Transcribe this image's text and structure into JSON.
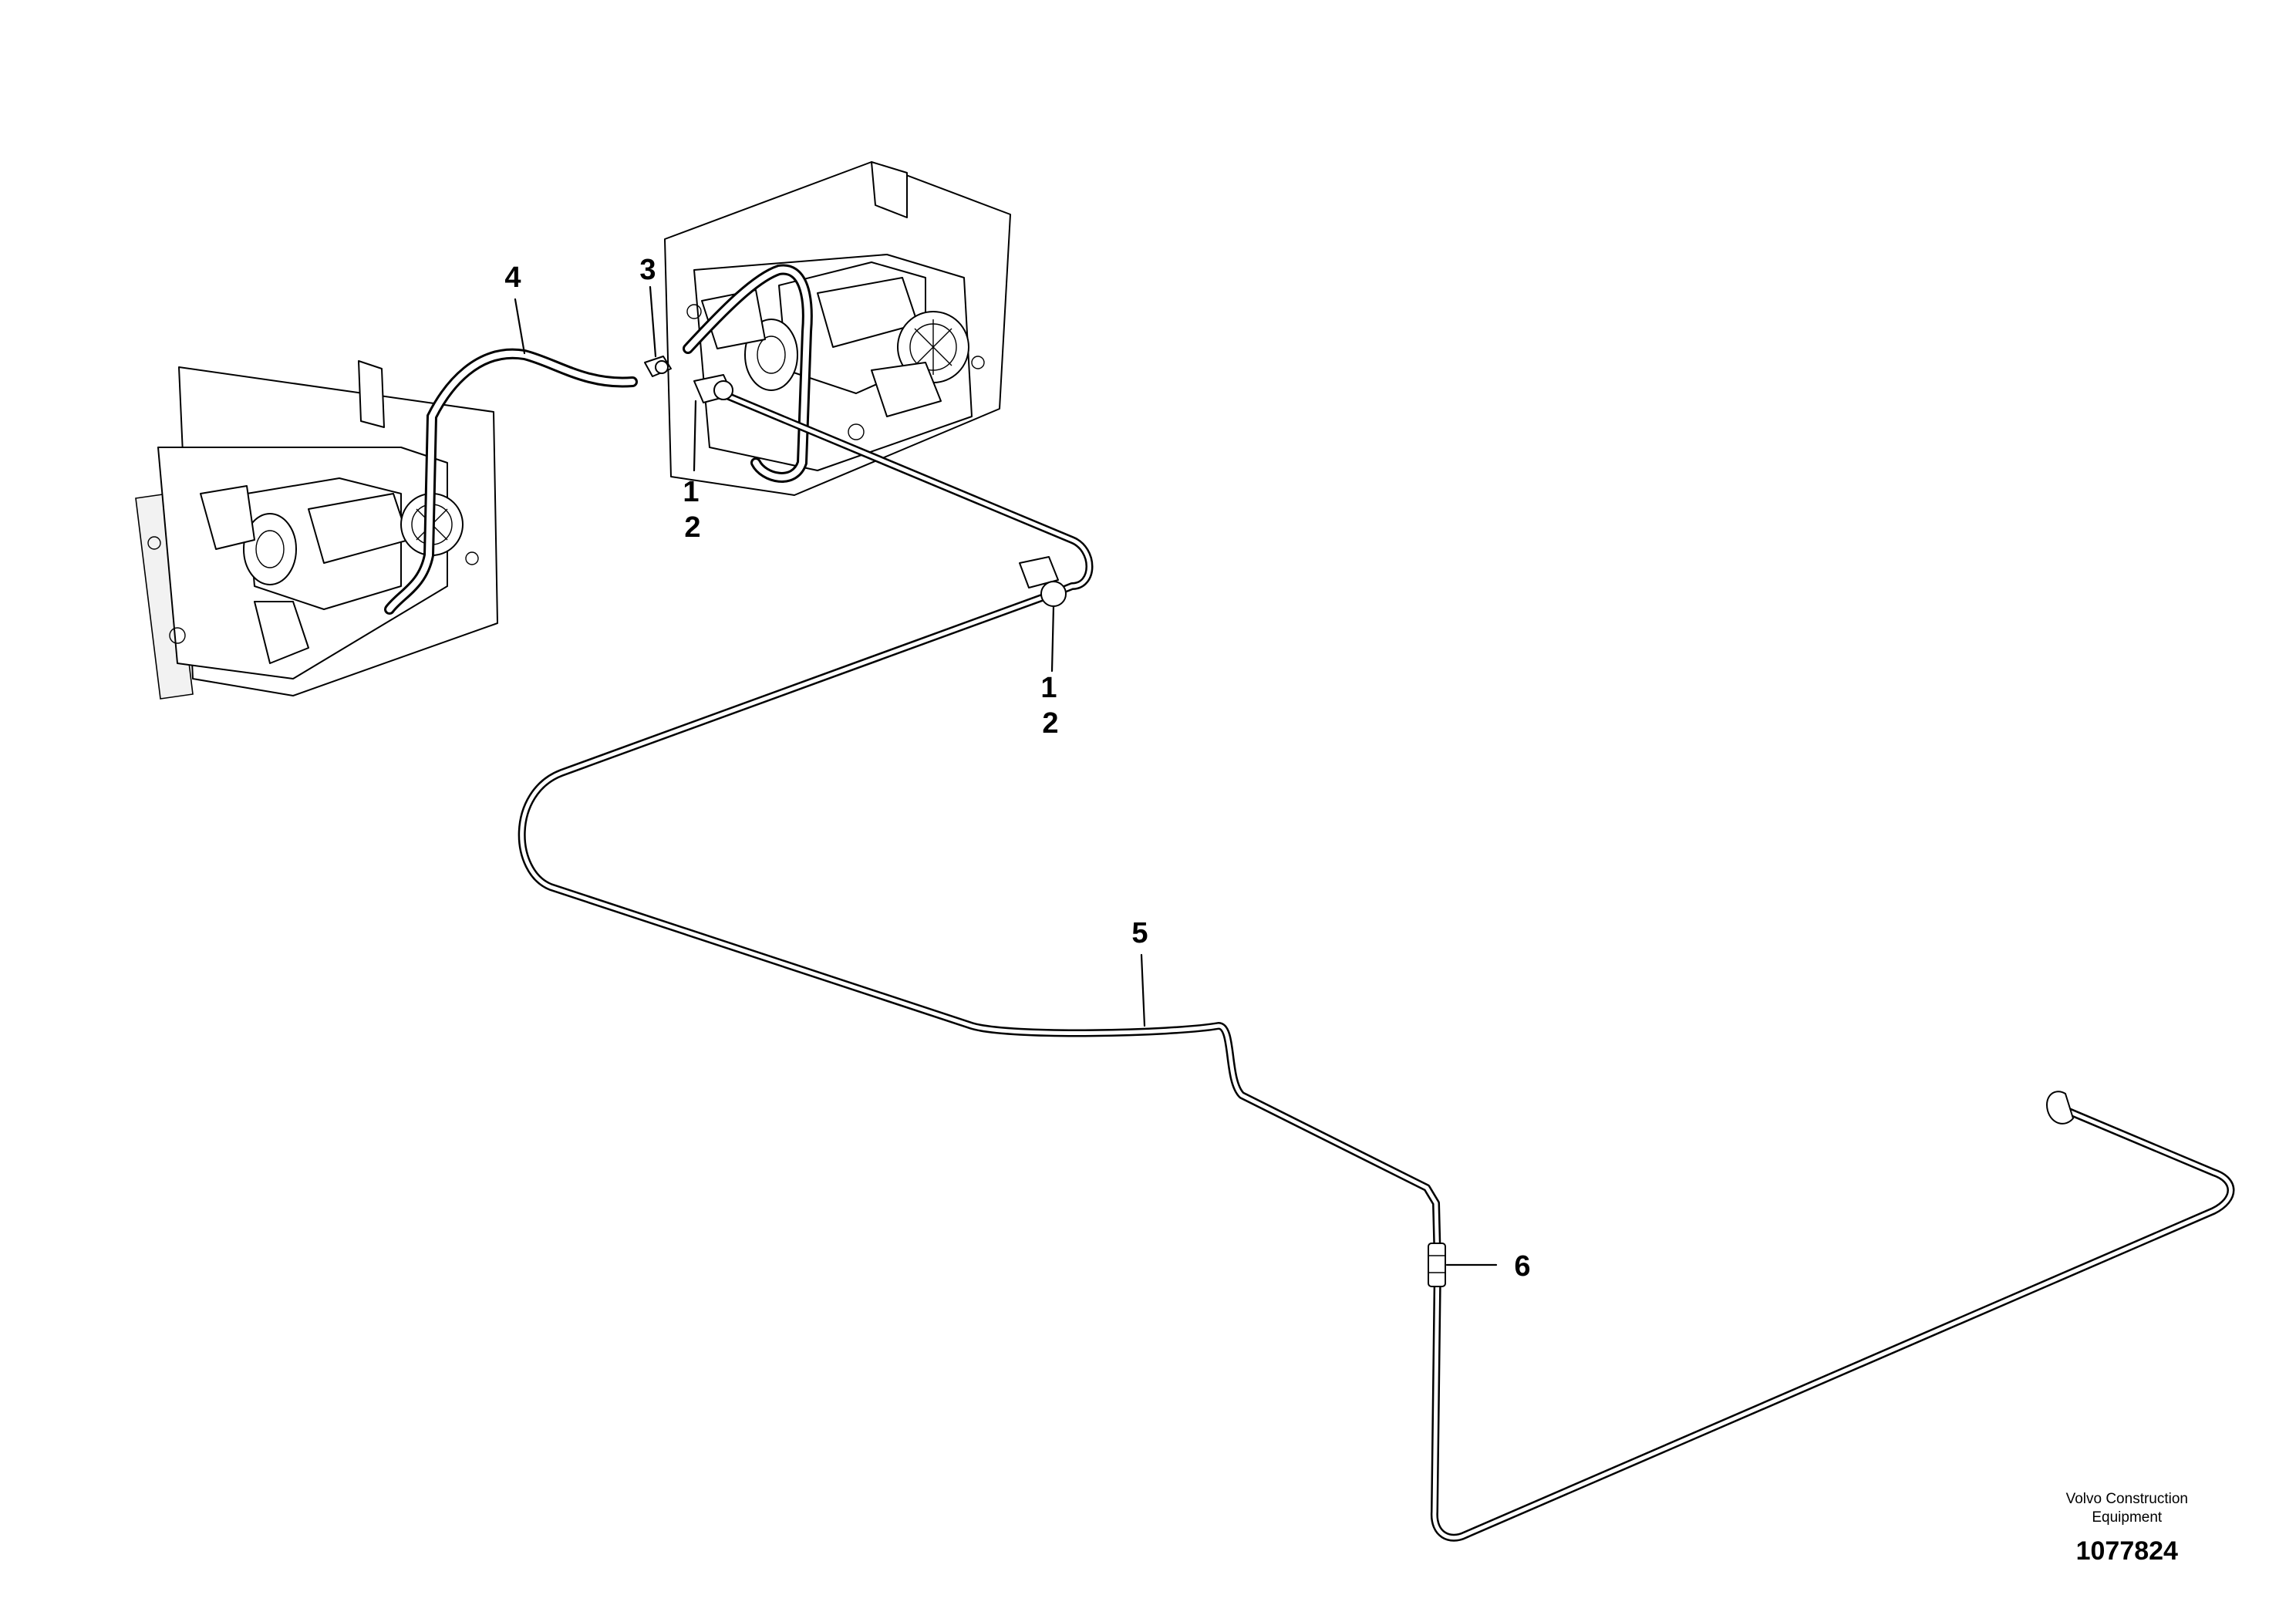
{
  "diagram": {
    "callouts": [
      {
        "id": "c1a",
        "text": "1"
      },
      {
        "id": "c2a",
        "text": "2"
      },
      {
        "id": "c1b",
        "text": "1"
      },
      {
        "id": "c2b",
        "text": "2"
      },
      {
        "id": "c3",
        "text": "3"
      },
      {
        "id": "c4",
        "text": "4"
      },
      {
        "id": "c5",
        "text": "5"
      },
      {
        "id": "c6",
        "text": "6"
      }
    ]
  },
  "footer": {
    "maker_line1": "Volvo Construction",
    "maker_line2": "Equipment",
    "document_number": "1077824"
  }
}
